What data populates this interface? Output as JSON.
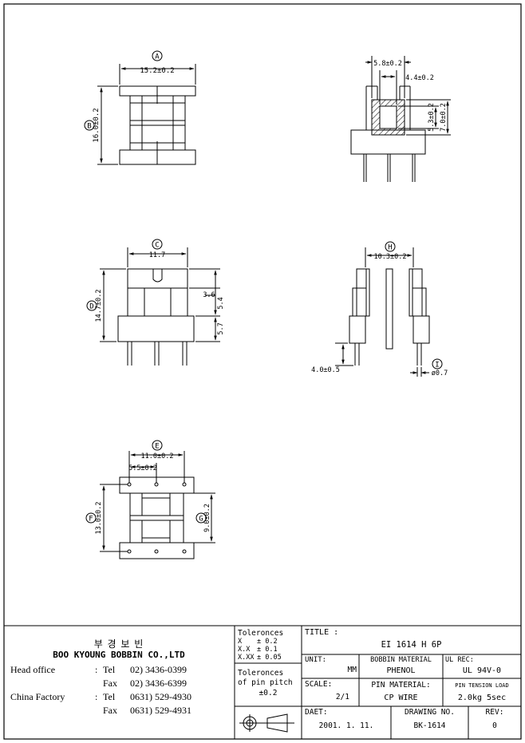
{
  "drawing": {
    "views": {
      "front": {
        "w_label": "A",
        "w_dim": "15.2±0.2",
        "h_label": "B",
        "h_dim": "16.0±0.2"
      },
      "top": {
        "w1_dim": "5.8±0.2",
        "w2_dim": "4.4±0.2",
        "h1_dim": "5.3±0.2",
        "h2_dim": "7.0±0.2"
      },
      "side": {
        "w_label": "C",
        "w_dim": "11.7",
        "h_label": "D",
        "h_dim": "14.7±0.2",
        "d1": "3.6",
        "d2": "5.4",
        "d3": "5.7"
      },
      "end": {
        "w_label": "H",
        "w_dim": "10.3±0.2",
        "pin_len": "4.0±0.5",
        "pin_label": "I",
        "pin_dia": "ø0.7"
      },
      "bottom": {
        "w_label": "E",
        "w_dim": "11.0±0.2",
        "pitch_dim": "5.5±0.2",
        "h_label": "F",
        "h_dim": "13.0±0.2",
        "h2_label": "G",
        "h2_dim": "9.0±0.2"
      }
    }
  },
  "titleblock": {
    "company_korean": "부 경 보 빈",
    "company_name": "BOO KYOUNG BOBBIN CO.,LTD",
    "contacts": [
      {
        "label": "Head office",
        "sep": ":",
        "kind": "Tel",
        "num": "02) 3436-0399"
      },
      {
        "label": "",
        "sep": "",
        "kind": "Fax",
        "num": "02) 3436-6399"
      },
      {
        "label": "China Factory",
        "sep": ":",
        "kind": "Tel",
        "num": "0631) 529-4930"
      },
      {
        "label": "",
        "sep": "",
        "kind": "Fax",
        "num": "0631) 529-4931"
      }
    ],
    "tolerances_title": "Toleronces",
    "tolerances": [
      {
        "k": "X",
        "v": "± 0.2"
      },
      {
        "k": "X.X",
        "v": "± 0.1"
      },
      {
        "k": "X.XX",
        "v": "± 0.05"
      }
    ],
    "pitch_title": "Toleronces",
    "pitch_title2": "of pin pitch",
    "pitch_value": "±0.2",
    "title_label": "TITLE :",
    "title_value": "EI 1614 H 6P",
    "unit_label": "UNIT:",
    "unit_value": "MM",
    "bobbin_label": "BOBBIN MATERIAL",
    "bobbin_value": "PHENOL",
    "ul_label": "UL REC:",
    "ul_value": "UL 94V-0",
    "scale_label": "SCALE:",
    "scale_value": "2/1",
    "pin_mat_label": "PIN MATERIAL:",
    "pin_mat_value": "CP WIRE",
    "pin_ten_label": "PIN TENSION LOAD",
    "pin_ten_value": "2.0kg 5sec",
    "date_label": "DAET:",
    "date_value": "2001. 1. 11.",
    "dwg_label": "DRAWING NO.",
    "dwg_value": "BK-1614",
    "rev_label": "REV:",
    "rev_value": "0"
  }
}
